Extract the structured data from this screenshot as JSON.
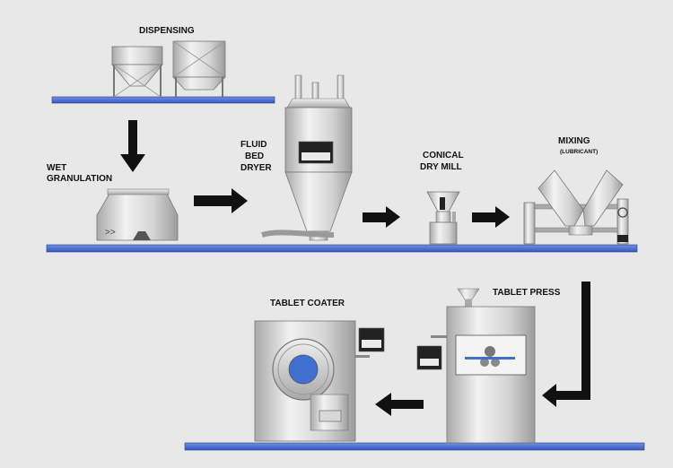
{
  "labels": {
    "dispensing": "DISPENSING",
    "wet_line1": "WET",
    "wet_line2": "GRANULATION",
    "fbd_line1": "FLUID",
    "fbd_line2": "BED",
    "fbd_line3": "DRYER",
    "mill_line1": "CONICAL",
    "mill_line2": "DRY MILL",
    "mixing": "MIXING",
    "mixing_sub": "(LUBRICANT)",
    "press": "TABLET PRESS",
    "coater": "TABLET COATER"
  },
  "colors": {
    "background": "#e8e8e8",
    "platform": "#4a6fd6",
    "arrow": "#111111",
    "steel_light": "#e6e6e6",
    "steel_dark": "#9a9a9a",
    "drum_window": "#3f6fd0"
  }
}
